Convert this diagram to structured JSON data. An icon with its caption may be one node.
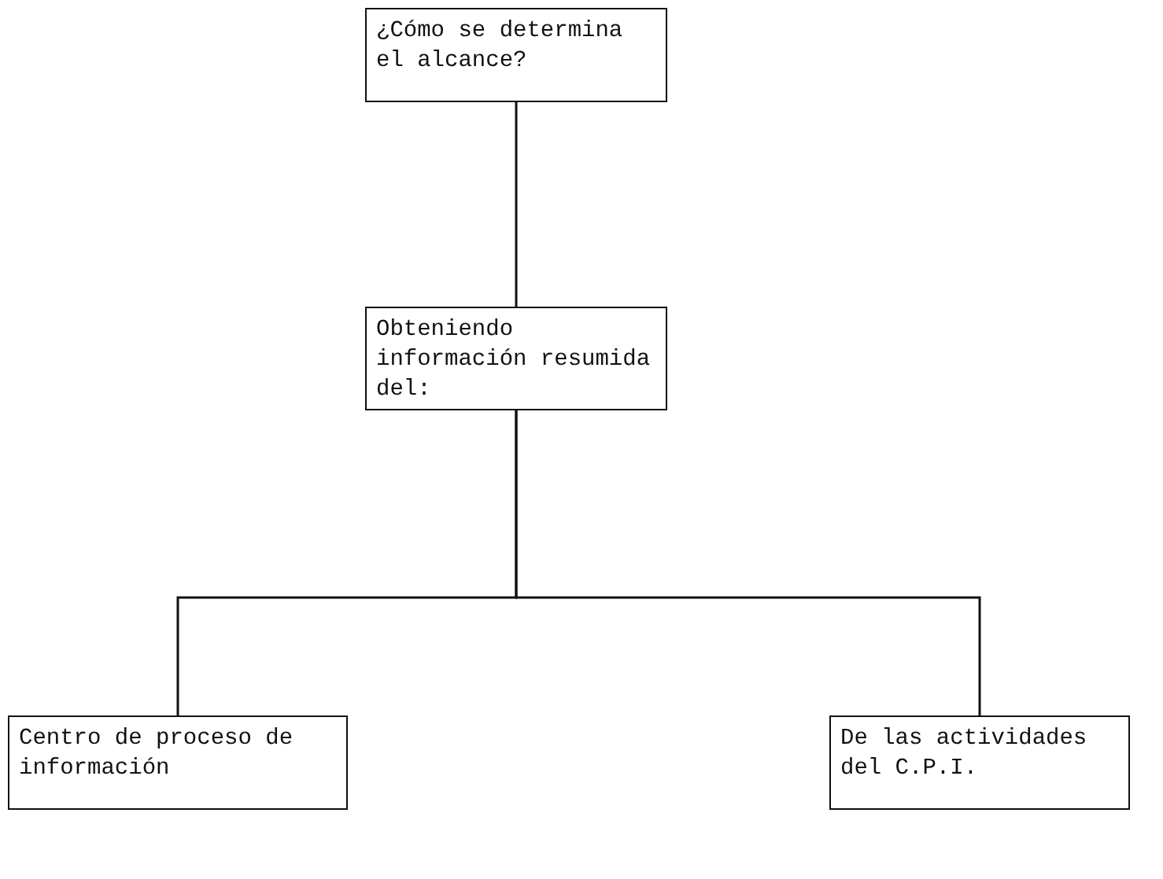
{
  "diagram": {
    "nodes": [
      {
        "text": [
          "¿Cómo se determina el alcance?"
        ]
      },
      {
        "text": [
          "Obteniendo información resumida del:"
        ]
      },
      {
        "text": [
          "Centro de proceso de información"
        ]
      },
      {
        "text": [
          "De las actividades del C.P.I."
        ]
      }
    ],
    "edges": [
      {
        "from": 0,
        "to": 1,
        "arrow": "none"
      },
      {
        "from": 1,
        "to": 2,
        "arrow": "none"
      },
      {
        "from": 1,
        "to": 3,
        "arrow": "none"
      }
    ]
  }
}
